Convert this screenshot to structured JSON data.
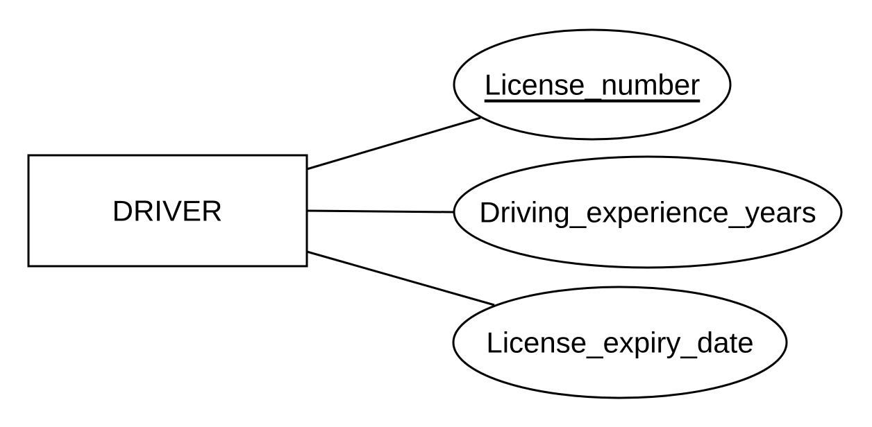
{
  "entity": {
    "name": "DRIVER"
  },
  "attributes": [
    {
      "name": "License_number",
      "is_key": true
    },
    {
      "name": "Driving_experience_years",
      "is_key": false
    },
    {
      "name": "License_expiry_date",
      "is_key": false
    }
  ],
  "colors": {
    "stroke": "#000000",
    "fill": "#ffffff",
    "text": "#000000"
  }
}
